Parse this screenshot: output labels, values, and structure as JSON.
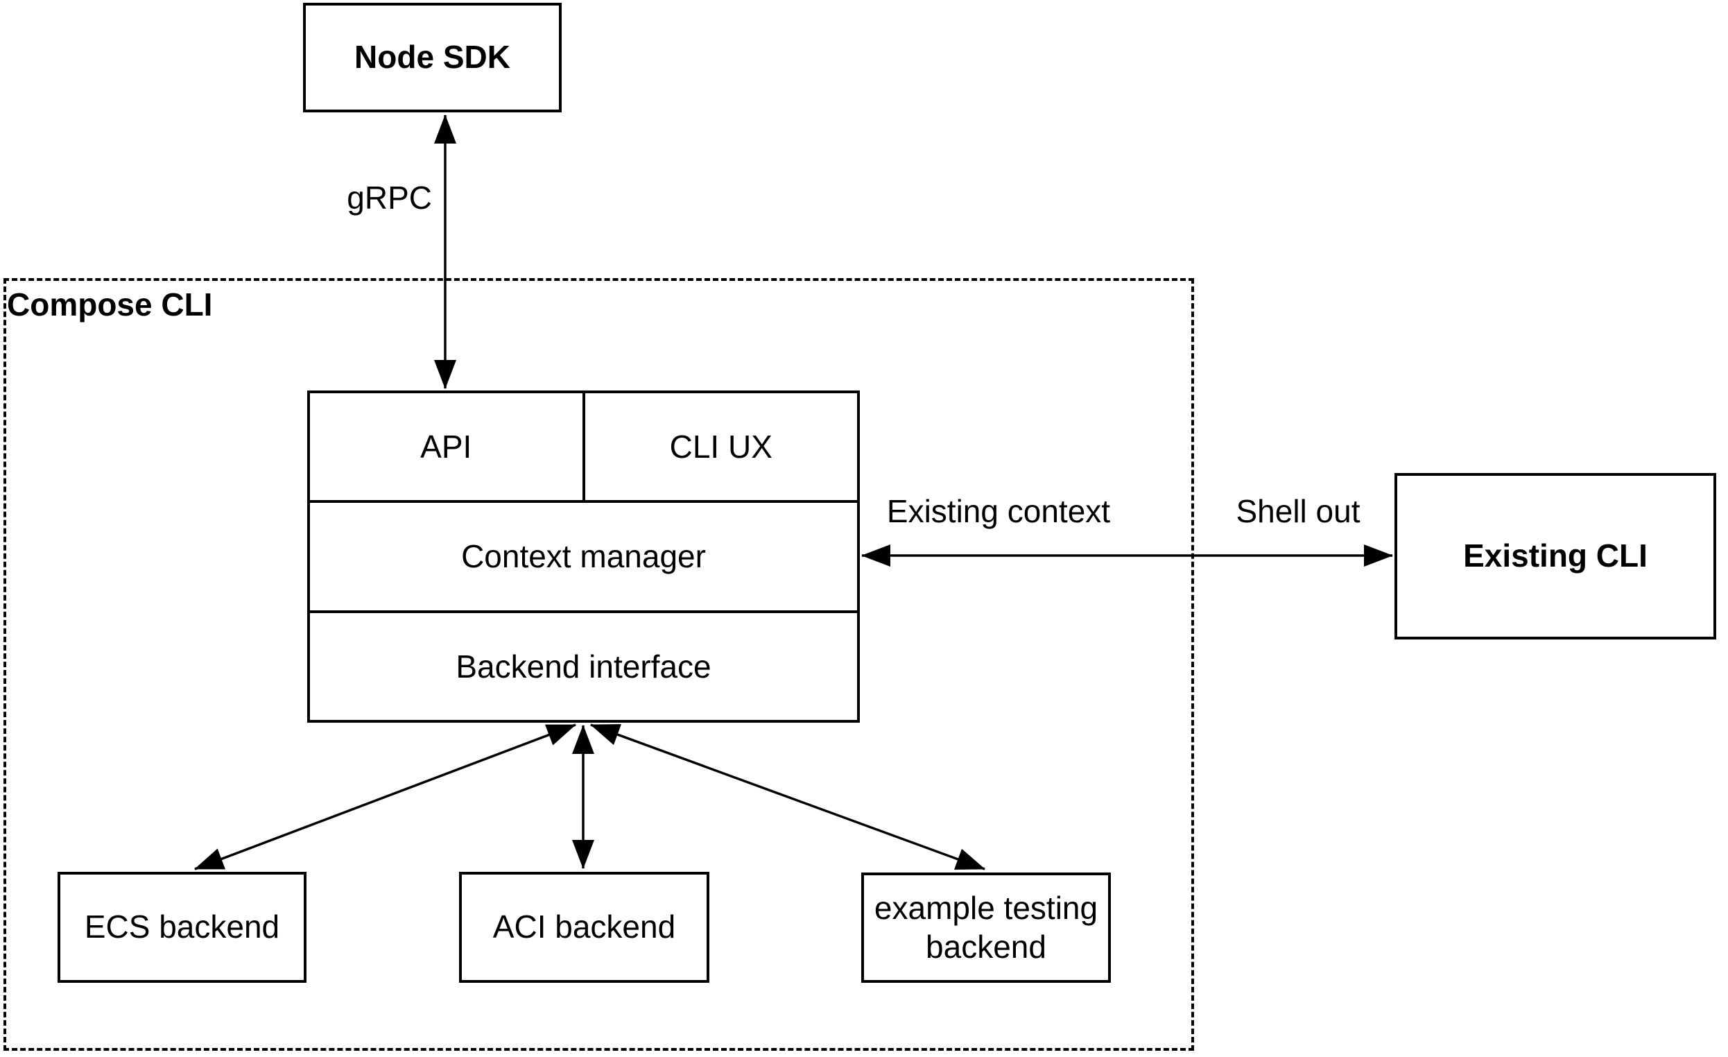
{
  "container": {
    "label": "Compose CLI"
  },
  "nodes": {
    "node_sdk": {
      "label": "Node SDK"
    },
    "api": {
      "label": "API"
    },
    "cli_ux": {
      "label": "CLI UX"
    },
    "context_manager": {
      "label": "Context manager"
    },
    "backend_interface": {
      "label": "Backend interface"
    },
    "existing_cli": {
      "label": "Existing CLI"
    },
    "ecs_backend": {
      "label": "ECS backend"
    },
    "aci_backend": {
      "label": "ACI backend"
    },
    "example_testing_backend": {
      "label": "example testing\nbackend"
    }
  },
  "edges": {
    "grpc": {
      "label": "gRPC",
      "from": "Node SDK",
      "to": "API / CLI UX",
      "direction": "bidirectional"
    },
    "context_to_existing_cli": {
      "label_left": "Existing context",
      "label_right": "Shell out",
      "from": "Context manager",
      "to": "Existing CLI",
      "direction": "bidirectional"
    },
    "backend_to_ecs": {
      "from": "Backend interface",
      "to": "ECS backend",
      "direction": "bidirectional"
    },
    "backend_to_aci": {
      "from": "Backend interface",
      "to": "ACI backend",
      "direction": "bidirectional"
    },
    "backend_to_example": {
      "from": "Backend interface",
      "to": "example testing backend",
      "direction": "bidirectional"
    }
  },
  "colors": {
    "stroke": "#000000",
    "background": "#ffffff",
    "node_fill": "#ffffff"
  }
}
